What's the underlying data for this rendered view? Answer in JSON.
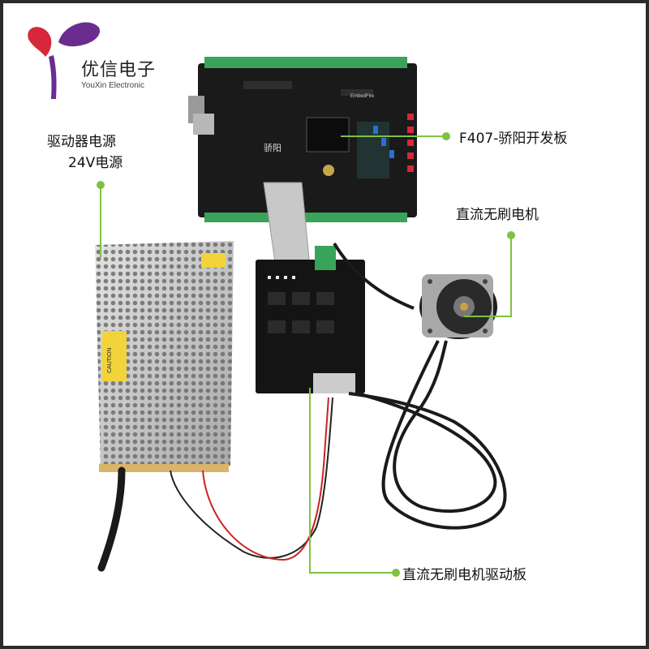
{
  "logo": {
    "name": "优信电子",
    "subtitle": "YouXin Electronic"
  },
  "labels": {
    "power_supply_line1": "驱动器电源",
    "power_supply_line2": "24V电源",
    "dev_board": "F407-骄阳开发板",
    "motor": "直流无刷电机",
    "driver_board": "直流无刷电机驱动板"
  },
  "silkscreen": {
    "board_name": "骄阳",
    "board_brand": "EmbedFire",
    "psu_caution": "CAUTION"
  },
  "colors": {
    "callout_green": "#7dc242",
    "pcb_black": "#1a1a1a",
    "terminal_green": "#3aa35a",
    "psu_silver": "#c9c9c9"
  }
}
